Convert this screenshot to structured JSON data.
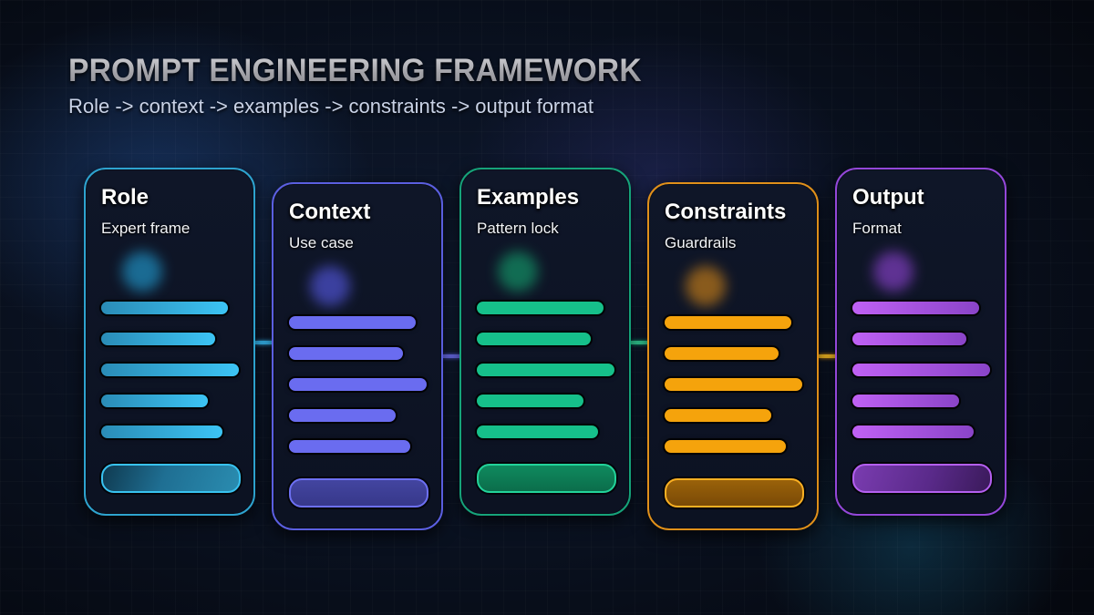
{
  "header": {
    "title": "PROMPT ENGINEERING FRAMEWORK",
    "subtitle": "Role -> context -> examples -> constraints -> output format"
  },
  "colors": {
    "role": "#38bdf8",
    "context": "#6366f1",
    "examples": "#10b981",
    "constraints": "#f59e0b",
    "output": "#a855f7"
  },
  "cards": [
    {
      "id": "role",
      "title": "Role",
      "subtitle": "Expert frame",
      "accent": "#38bdf8",
      "bar_count": 5,
      "icon": "glow-dot-icon"
    },
    {
      "id": "context",
      "title": "Context",
      "subtitle": "Use case",
      "accent": "#6366f1",
      "bar_count": 5,
      "icon": "glow-dot-icon"
    },
    {
      "id": "examples",
      "title": "Examples",
      "subtitle": "Pattern lock",
      "accent": "#10b981",
      "bar_count": 5,
      "icon": "glow-dot-icon"
    },
    {
      "id": "constraints",
      "title": "Constraints",
      "subtitle": "Guardrails",
      "accent": "#f59e0b",
      "bar_count": 5,
      "icon": "glow-dot-icon"
    },
    {
      "id": "output",
      "title": "Output",
      "subtitle": "Format",
      "accent": "#a855f7",
      "bar_count": 5,
      "icon": "glow-dot-icon"
    }
  ],
  "connectors": [
    {
      "from": "role",
      "to": "context"
    },
    {
      "from": "context",
      "to": "examples"
    },
    {
      "from": "examples",
      "to": "constraints"
    },
    {
      "from": "constraints",
      "to": "output"
    }
  ]
}
